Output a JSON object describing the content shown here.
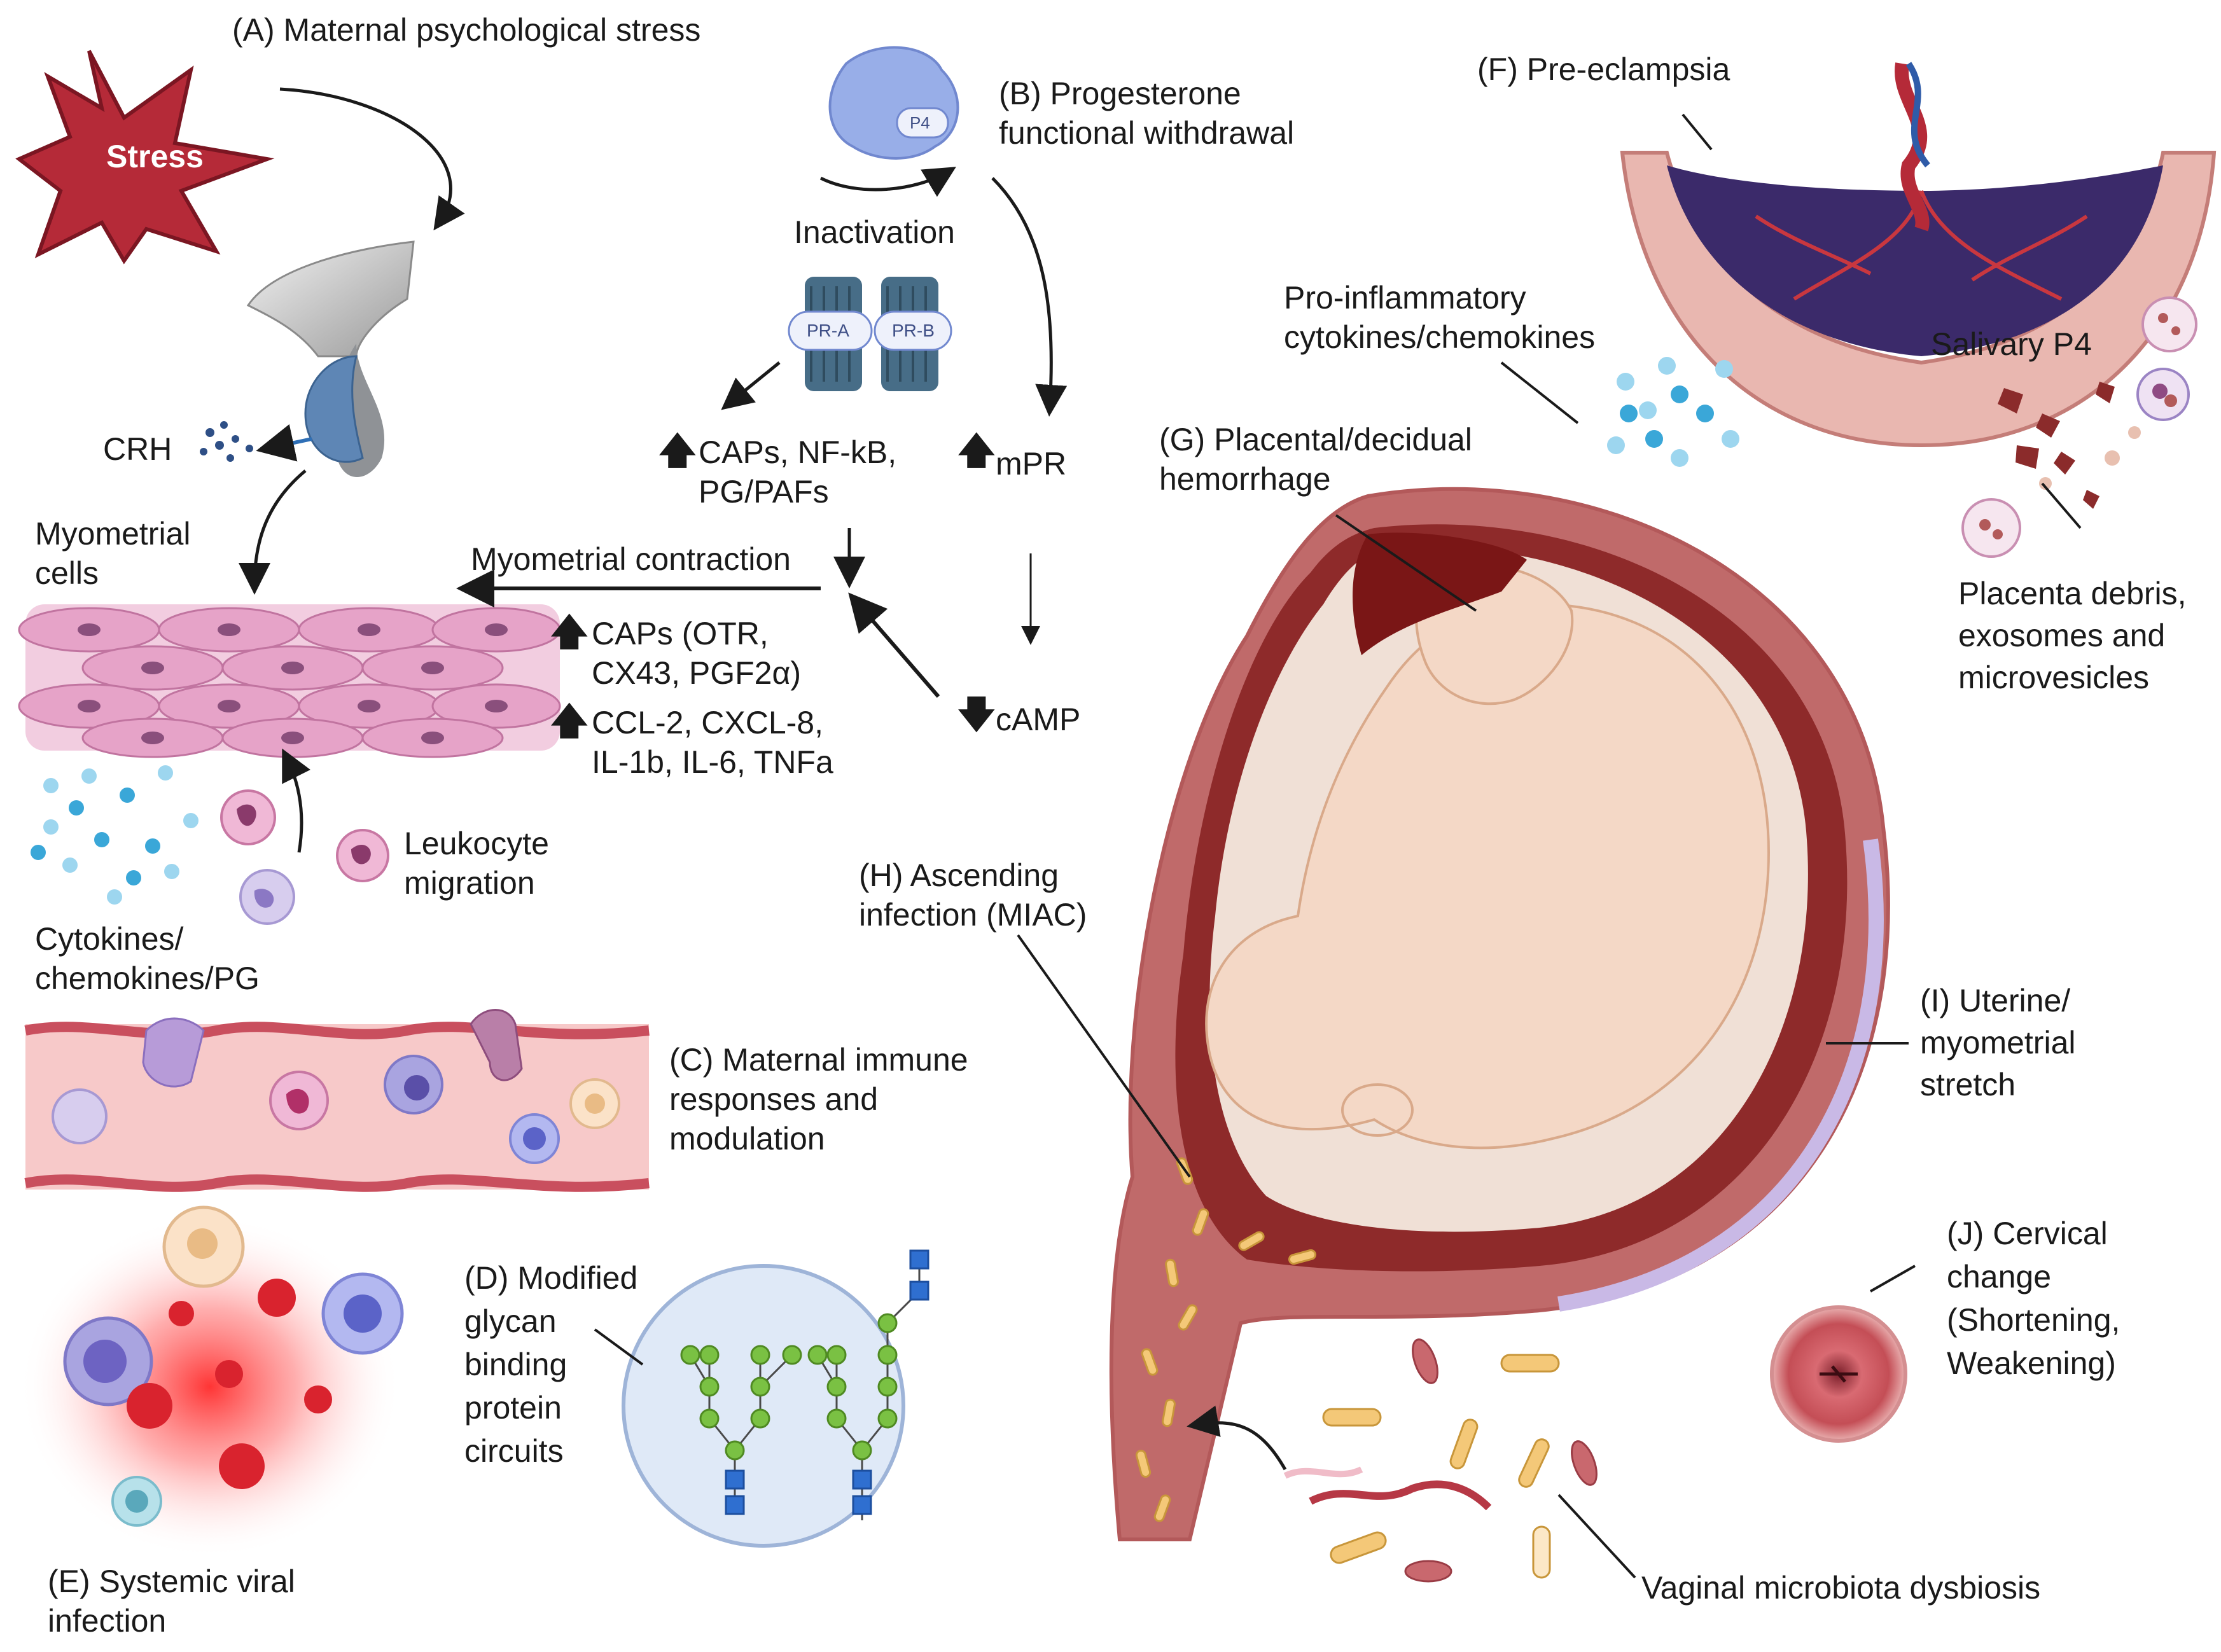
{
  "labels": {
    "a_title": "(A) Maternal psychological stress",
    "stress": "Stress",
    "crh": "CRH",
    "myometrial_cells": [
      "Myometrial",
      "cells"
    ],
    "b_title": [
      "(B) Progesterone",
      "functional withdrawal"
    ],
    "p4": "P4",
    "inactivation": "Inactivation",
    "pr_a": "PR-A",
    "pr_b": "PR-B",
    "caps_nfkb": [
      "CAPs, NF-kB,",
      "PG/PAFs"
    ],
    "mpr": "mPR",
    "myometrial_contraction": "Myometrial contraction",
    "caps_otr": [
      "CAPs (OTR,",
      "CX43, PGF2α)"
    ],
    "ccl2": [
      "CCL-2, CXCL-8,",
      "IL-1b, IL-6, TNFa"
    ],
    "camp": "cAMP",
    "leukocyte_migration": [
      "Leukocyte",
      "migration"
    ],
    "cytokines_pg": [
      "Cytokines/",
      "chemokines/PG"
    ],
    "c_title": [
      "(C) Maternal immune",
      "responses and",
      "modulation"
    ],
    "d_title": [
      "(D) Modified",
      "glycan",
      "binding",
      "protein",
      "circuits"
    ],
    "e_title": [
      "(E) Systemic viral",
      "infection"
    ],
    "f_title": "(F) Pre-eclampsia",
    "pro_inflammatory": [
      "Pro-inflammatory",
      "cytokines/chemokines"
    ],
    "salivary_p4": "Salivary P4",
    "placenta_debris": [
      "Placenta debris,",
      "exosomes and",
      "microvesicles"
    ],
    "g_title": [
      "(G) Placental/decidual",
      "hemorrhage"
    ],
    "h_title": [
      "(H) Ascending",
      "infection (MIAC)"
    ],
    "i_title": [
      "(I) Uterine/",
      "myometrial",
      "stretch"
    ],
    "j_title": [
      "(J) Cervical",
      "change",
      "(Shortening,",
      "Weakening)"
    ],
    "vaginal": "Vaginal microbiota dysbiosis"
  },
  "colors": {
    "stress_red": "#b52a38",
    "myometrium_pink": "#e6a3c8",
    "uterus_wall": "#c06a6a",
    "amniotic": "#8e2a2a",
    "fetus_skin": "#f4d8c6",
    "vessel": "#f7c9c9",
    "glycan_bg": "#dfe9f7",
    "glycan_green": "#7ac143",
    "glycan_blue": "#2f6fd0",
    "cytokine_blue": "#3aa7d8",
    "protein_blue": "#98aee8",
    "placenta_purple": "#3b2a6a"
  }
}
